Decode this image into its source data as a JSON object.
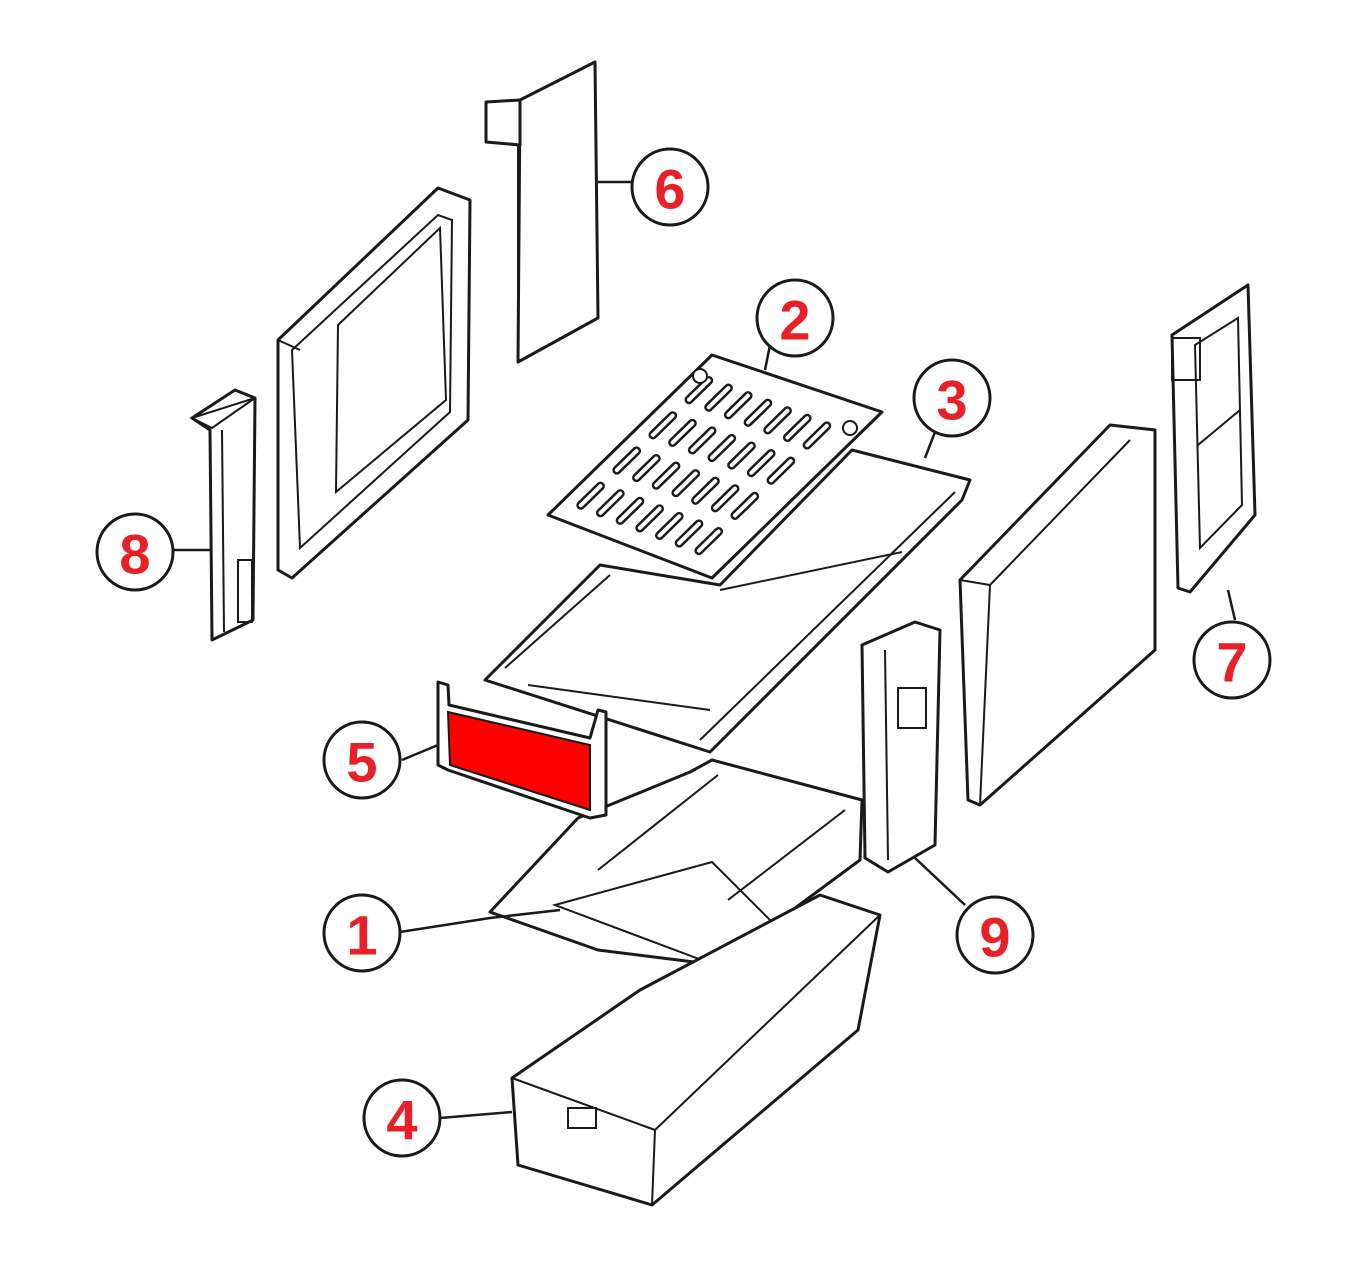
{
  "diagram": {
    "highlight_color": "#ff0000",
    "callout_text_color": "#e8202a",
    "callouts": [
      {
        "label": "1",
        "part": "ash-pan-frame"
      },
      {
        "label": "2",
        "part": "grate"
      },
      {
        "label": "3",
        "part": "grate-support-frame"
      },
      {
        "label": "4",
        "part": "ash-tray"
      },
      {
        "label": "5",
        "part": "front-lintel-plate"
      },
      {
        "label": "6",
        "part": "rear-back-plate"
      },
      {
        "label": "7",
        "part": "right-side-bracket"
      },
      {
        "label": "8",
        "part": "left-side-bracket"
      },
      {
        "label": "9",
        "part": "right-front-bracket"
      }
    ]
  }
}
